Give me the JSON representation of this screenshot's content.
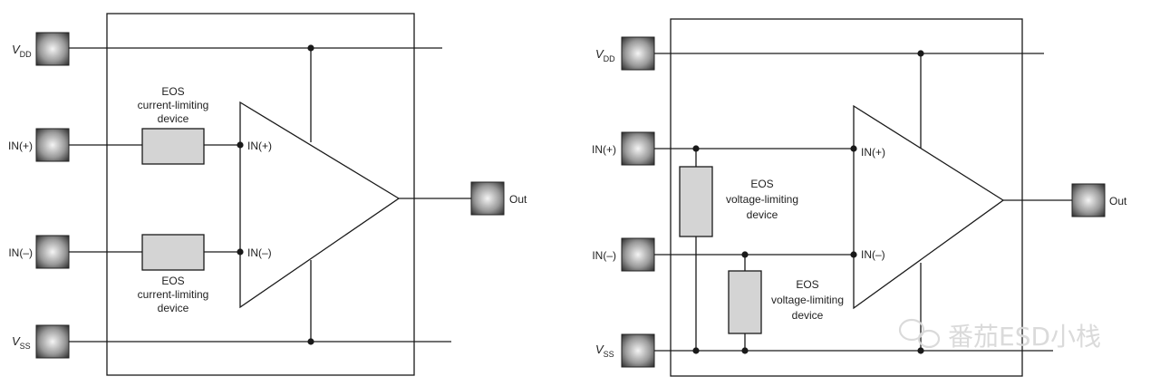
{
  "colors": {
    "line": "#1a1a1a",
    "box_fill": "#d4d4d4",
    "pad_dark": "#2b2b2b",
    "pad_light": "#f2f2f2",
    "watermark": "#d9d9d9"
  },
  "left": {
    "vdd": {
      "main": "V",
      "sub": "DD"
    },
    "vss": {
      "main": "V",
      "sub": "SS"
    },
    "in_plus_pin": "IN(+)",
    "in_minus_pin": "IN(–)",
    "amp_in_plus": "IN(+)",
    "amp_in_minus": "IN(–)",
    "out": "Out",
    "eos_top": [
      "EOS",
      "current-limiting",
      "device"
    ],
    "eos_bottom": [
      "EOS",
      "current-limiting",
      "device"
    ]
  },
  "right": {
    "vdd": {
      "main": "V",
      "sub": "DD"
    },
    "vss": {
      "main": "V",
      "sub": "SS"
    },
    "in_plus_pin": "IN(+)",
    "in_minus_pin": "IN(–)",
    "amp_in_plus": "IN(+)",
    "amp_in_minus": "IN(–)",
    "out": "Out",
    "eos_1": [
      "EOS",
      "voltage-limiting",
      "device"
    ],
    "eos_2": [
      "EOS",
      "voltage-limiting",
      "device"
    ]
  },
  "watermark": {
    "text": "番茄ESD小栈",
    "icon": "wechat-icon"
  }
}
